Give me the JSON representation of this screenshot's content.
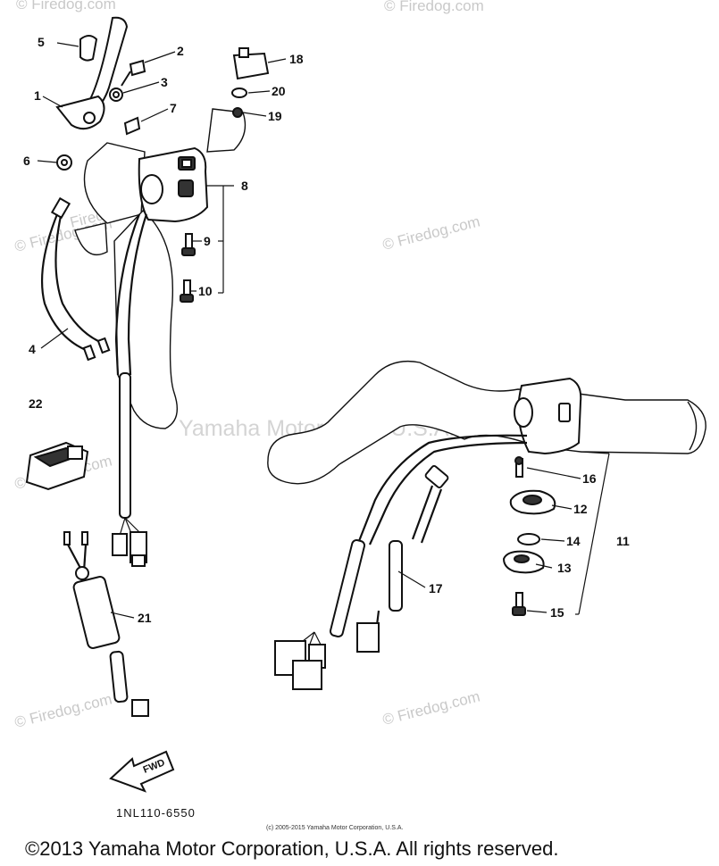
{
  "diagram": {
    "callouts": [
      {
        "id": "5",
        "text": "5"
      },
      {
        "id": "2",
        "text": "2"
      },
      {
        "id": "3",
        "text": "3"
      },
      {
        "id": "1",
        "text": "1"
      },
      {
        "id": "7",
        "text": "7"
      },
      {
        "id": "6",
        "text": "6"
      },
      {
        "id": "18",
        "text": "18"
      },
      {
        "id": "20",
        "text": "20"
      },
      {
        "id": "19",
        "text": "19"
      },
      {
        "id": "8",
        "text": "8"
      },
      {
        "id": "9",
        "text": "9"
      },
      {
        "id": "10",
        "text": "10"
      },
      {
        "id": "4",
        "text": "4"
      },
      {
        "id": "22",
        "text": "22"
      },
      {
        "id": "21",
        "text": "21"
      },
      {
        "id": "16",
        "text": "16"
      },
      {
        "id": "12",
        "text": "12"
      },
      {
        "id": "14",
        "text": "14"
      },
      {
        "id": "11",
        "text": "11"
      },
      {
        "id": "13",
        "text": "13"
      },
      {
        "id": "15",
        "text": "15"
      },
      {
        "id": "17",
        "text": "17"
      }
    ],
    "arrow_label": "FWD",
    "part_number": "1NL110-6550"
  },
  "watermarks": {
    "firedog": "© Firedog.com",
    "firedog_plain": "Firedog.com",
    "yamaha": "Yamaha Motor Corp. U.S.A."
  },
  "footer": {
    "small_copyright": "(c) 2005-2015 Yamaha Motor Corporation, U.S.A.",
    "copyright": "©2013 Yamaha Motor Corporation, U.S.A. All rights reserved."
  }
}
